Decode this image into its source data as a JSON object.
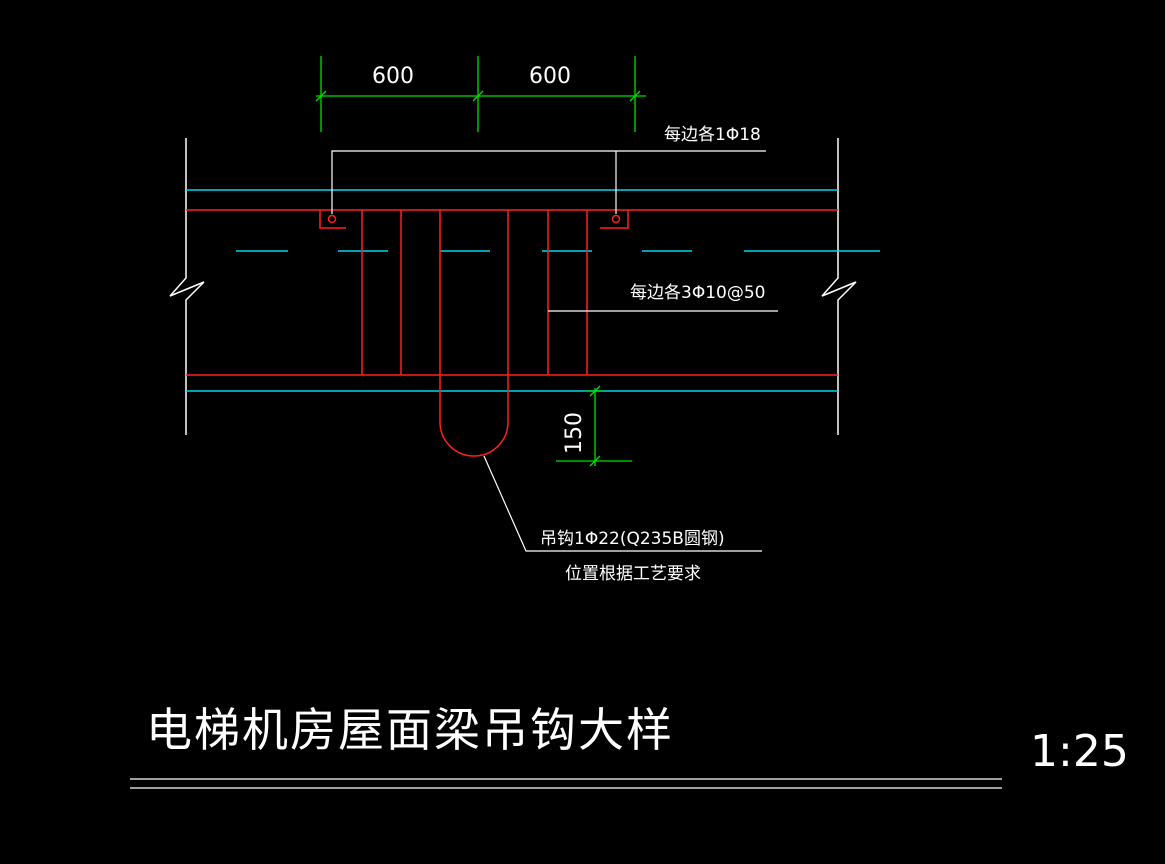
{
  "colors": {
    "background": "#000000",
    "beam_rebar": "#ff2020",
    "slab_line": "#00d8e8",
    "dimension": "#00e000",
    "leader": "#ffffff",
    "text": "#ffffff"
  },
  "dimensions": {
    "spacing_left": "600",
    "spacing_right": "600",
    "hook_projection": "150"
  },
  "annotations": {
    "top_bars": "每边各1Φ18",
    "stirrups": "每边各3Φ10@50",
    "hook_spec": "吊钩1Φ22(Q235B圆钢)",
    "hook_position": "位置根据工艺要求"
  },
  "title": {
    "text": "电梯机房屋面梁吊钩大样",
    "scale": "1:25"
  }
}
